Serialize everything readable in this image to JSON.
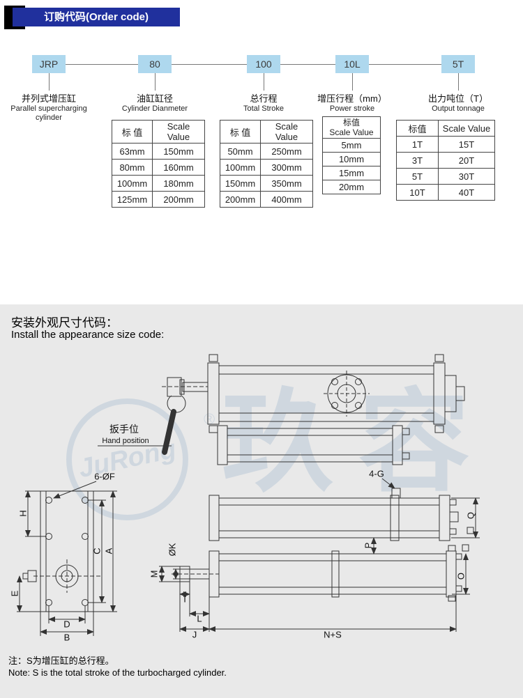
{
  "header": {
    "title": "订购代码(Order code)"
  },
  "codes": {
    "jrp": {
      "code": "JRP",
      "label_cn": "并列式增压缸",
      "label_en": "Parallel supercharging cylinder"
    },
    "bore": {
      "code": "80",
      "label_cn": "油缸缸径",
      "label_en": "Cylinder Dianmeter"
    },
    "stroke": {
      "code": "100",
      "label_cn": "总行程",
      "label_en": "Total Stroke"
    },
    "power": {
      "code": "10L",
      "label_cn": "增压行程（mm）",
      "label_en": "Power stroke"
    },
    "tonnage": {
      "code": "5T",
      "label_cn": "出力吨位（T）",
      "label_en": "Output tonnage"
    }
  },
  "tables": {
    "bore": {
      "headers": [
        "标 值",
        "Scale Value"
      ],
      "rows": [
        [
          "63mm",
          "150mm"
        ],
        [
          "80mm",
          "160mm"
        ],
        [
          "100mm",
          "180mm"
        ],
        [
          "125mm",
          "200mm"
        ]
      ]
    },
    "stroke": {
      "headers": [
        "标 值",
        "Scale Value"
      ],
      "rows": [
        [
          "50mm",
          "250mm"
        ],
        [
          "100mm",
          "300mm"
        ],
        [
          "150mm",
          "350mm"
        ],
        [
          "200mm",
          "400mm"
        ]
      ]
    },
    "power": {
      "header_lines": [
        "标值",
        "Scale Value"
      ],
      "rows": [
        [
          "5mm"
        ],
        [
          "10mm"
        ],
        [
          "15mm"
        ],
        [
          "20mm"
        ]
      ]
    },
    "tonnage": {
      "headers": [
        "标值",
        "Scale Value"
      ],
      "rows": [
        [
          "1T",
          "15T"
        ],
        [
          "3T",
          "20T"
        ],
        [
          "5T",
          "30T"
        ],
        [
          "10T",
          "40T"
        ]
      ]
    }
  },
  "install": {
    "title_cn": "安装外观尺寸代码：",
    "title_en": "Install the appearance size code:",
    "hand_cn": "扳手位",
    "hand_en": "Hand position",
    "dims": {
      "f": "6-ØF",
      "g": "4-G",
      "h": "H",
      "c": "C",
      "a": "A",
      "e": "E",
      "d": "D",
      "b": "B",
      "m": "M",
      "k": "ØK",
      "i": "I",
      "l": "L",
      "j": "J",
      "ns": "N+S",
      "p": "P",
      "q": "Q",
      "o": "O"
    },
    "note_cn": "注：S为增压缸的总行程。",
    "note_en": "Note: S is the total stroke of the turbocharged cylinder."
  },
  "watermark": {
    "brand_cn": "玖容",
    "brand_en": "JuRong",
    "reg": "®"
  }
}
